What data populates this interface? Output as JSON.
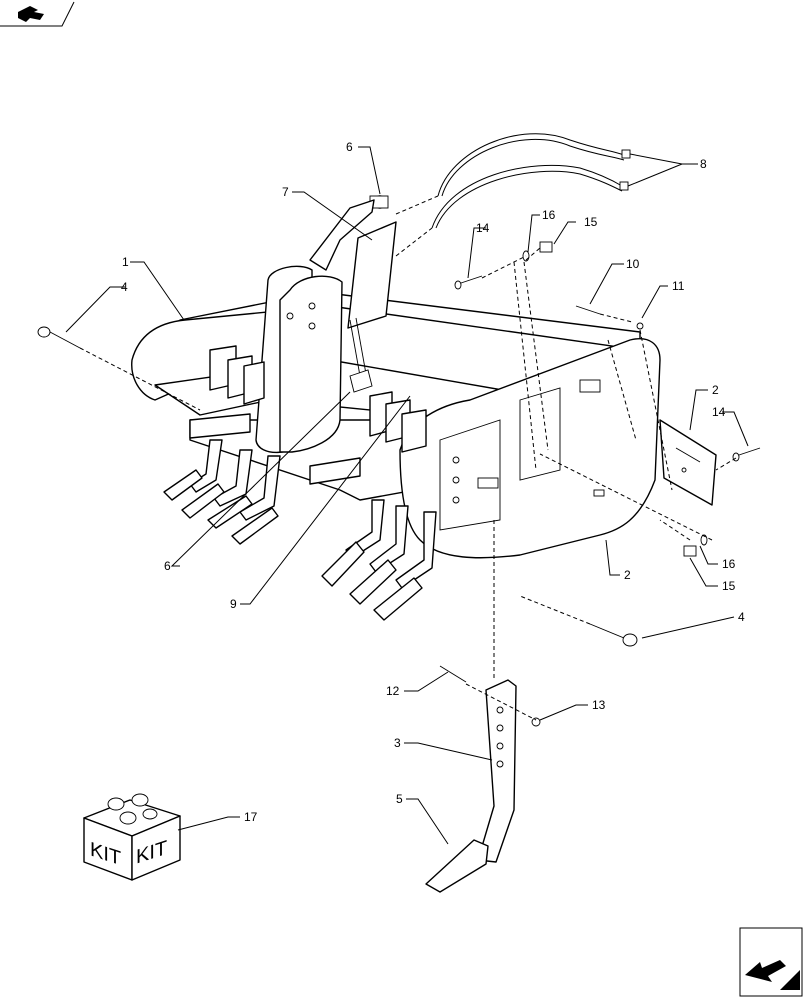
{
  "callouts": [
    {
      "id": "c1",
      "text": "1"
    },
    {
      "id": "c2a",
      "text": "2"
    },
    {
      "id": "c2b",
      "text": "2"
    },
    {
      "id": "c3",
      "text": "3"
    },
    {
      "id": "c4a",
      "text": "4"
    },
    {
      "id": "c4b",
      "text": "4"
    },
    {
      "id": "c5",
      "text": "5"
    },
    {
      "id": "c6a",
      "text": "6"
    },
    {
      "id": "c6b",
      "text": "6"
    },
    {
      "id": "c7",
      "text": "7"
    },
    {
      "id": "c8",
      "text": "8"
    },
    {
      "id": "c9",
      "text": "9"
    },
    {
      "id": "c10",
      "text": "10"
    },
    {
      "id": "c11",
      "text": "11"
    },
    {
      "id": "c12",
      "text": "12"
    },
    {
      "id": "c13",
      "text": "13"
    },
    {
      "id": "c14a",
      "text": "14"
    },
    {
      "id": "c14b",
      "text": "14"
    },
    {
      "id": "c15a",
      "text": "15"
    },
    {
      "id": "c15b",
      "text": "15"
    },
    {
      "id": "c16a",
      "text": "16"
    },
    {
      "id": "c16b",
      "text": "16"
    },
    {
      "id": "c17",
      "text": "17"
    }
  ],
  "kit_box": {
    "left_text": "KIT",
    "right_text": "KIT"
  },
  "icons": {
    "top_left": "book-arrow-icon",
    "bottom_right": "next-page-arrow-icon"
  }
}
